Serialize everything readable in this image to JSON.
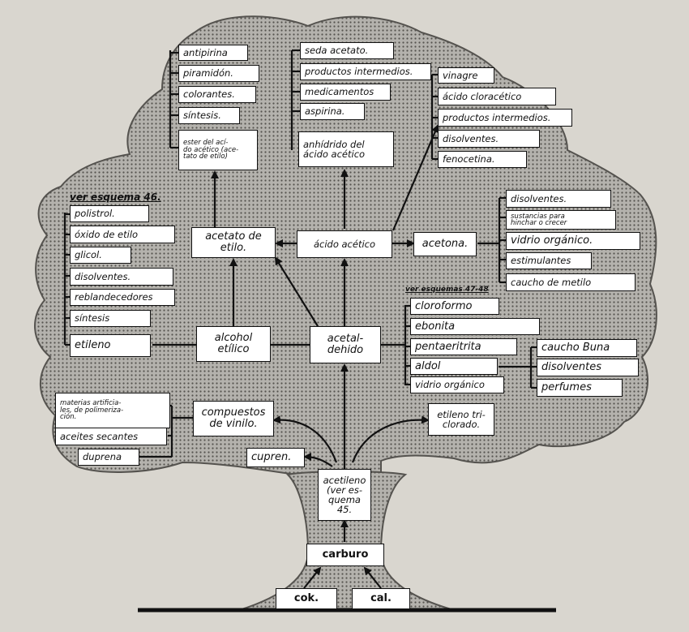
{
  "colors": {
    "foliage": "#a9a7a2",
    "ink": "#111111",
    "paper": "#d9d6cf",
    "box": "#ffffff"
  },
  "nodes": {
    "antipirina": "antipirina",
    "piramidon": "piramidón.",
    "colorantes": "colorantes.",
    "sintesis_top": "síntesis.",
    "ester": "ester del ací-\ndo acético (ace-\ntato de etilo)",
    "seda": "seda acetato.",
    "productos_intermedios_a": "productos intermedios.",
    "medicamentos": "medicamentos",
    "aspirina": "aspirina.",
    "anhidrido": "anhídrido del\nácido acético",
    "vinagre": "vinagre",
    "acido_cloracetico": "ácido cloracético",
    "productos_intermedios_b": "productos intermedios.",
    "disolventes_tr": "disolventes.",
    "fenocetina": "fenocetina.",
    "polistrol": "polistrol.",
    "oxido_etilo": "óxido de etilo",
    "glicol": "glicol.",
    "disolventes_l": "disolventes.",
    "reblandecedores": "reblandecedores",
    "sintesis_l": "síntesis",
    "etileno": "etileno",
    "acetato_etilo": "acetato de\netilo.",
    "acido_acetico": "ácido acético",
    "acetona": "acetona.",
    "disolventes_r": "disolventes.",
    "sustancias": "sustancias para\nhinchar o crecer",
    "vidrio_organico_r": "vidrio orgánico.",
    "estimulantes": "estimulantes",
    "caucho_metilo": "caucho de metilo",
    "cloroformo": "cloroformo",
    "ebonita": "ebonita",
    "pentaeritrita": "pentaeritrita",
    "aldol": "aldol",
    "vidrio_organico_b": "vidrio orgánico",
    "caucho_buna": "caucho Buna",
    "disolventes_b": "disolventes",
    "perfumes": "perfumes",
    "alcohol_etilico": "alcohol\netílico",
    "acetaldehido": "acetal-\ndehido",
    "materias": "materias artificia-\nles, de polimeriza-\nción.",
    "aceites_secantes": "aceites secantes",
    "duprena": "duprena",
    "compuestos_vinilo": "compuestos\nde vinilo.",
    "etileno_triclorado": "etileno tri-\nclorado.",
    "cupren": "cupren.",
    "acetileno": "acetileno\n(ver es-\nquema 45.",
    "carburo": "carburo",
    "cok": "cok.",
    "cal": "cal."
  },
  "notes": {
    "ver_esquema_46": "ver esquema 46.",
    "ver_esquemas_47_48": "ver esquemas 47-48"
  }
}
